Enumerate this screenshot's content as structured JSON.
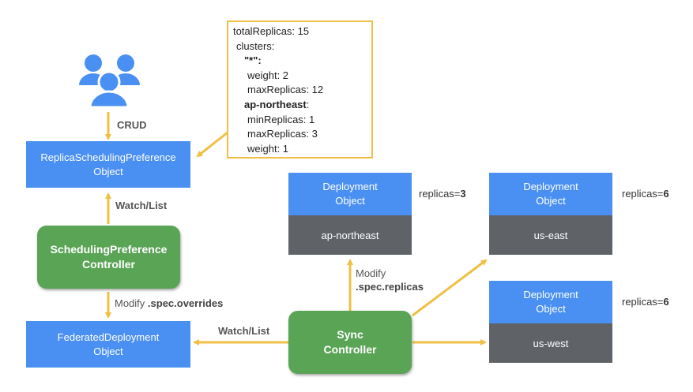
{
  "users_icon": {
    "name": "users-group-icon",
    "color": "#4a90f2"
  },
  "colors": {
    "blue_box": "#4a90f2",
    "dark_box": "#5f6368",
    "green_box": "#5aa456",
    "arrow": "#f0bf45"
  },
  "yaml_lines": [
    "totalReplicas: 15",
    "clusters:",
    "\"*\":",
    "weight: 2",
    "maxReplicas: 12",
    "ap-northeast",
    ":",
    "minReplicas: 1",
    "maxReplicas: 3",
    "weight: 1"
  ],
  "rsp_object": {
    "line1": "ReplicaSchedulingPreference",
    "line2": "Object"
  },
  "crud_label": "CRUD",
  "watch_list_left": "Watch/List",
  "sp_controller": {
    "line1": "SchedulingPreference",
    "line2": "Controller"
  },
  "modify_overrides": {
    "prefix": "Modify ",
    "code": ".spec.overrides"
  },
  "federated_deployment": {
    "line1": "FederatedDeployment",
    "line2": "Object"
  },
  "watch_list_bottom": "Watch/List",
  "sync_controller": {
    "line1": "Sync",
    "line2": "Controller"
  },
  "modify_replicas": {
    "line1": "Modify",
    "line2": ".spec.replicas"
  },
  "deployments": [
    {
      "title1": "Deployment",
      "title2": "Object",
      "cluster": "ap-northeast",
      "replicas_prefix": "replicas=",
      "replicas_value": "3"
    },
    {
      "title1": "Deployment",
      "title2": "Object",
      "cluster": "us-east",
      "replicas_prefix": "replicas=",
      "replicas_value": "6"
    },
    {
      "title1": "Deployment",
      "title2": "Object",
      "cluster": "us-west",
      "replicas_prefix": "replicas=",
      "replicas_value": "6"
    }
  ]
}
